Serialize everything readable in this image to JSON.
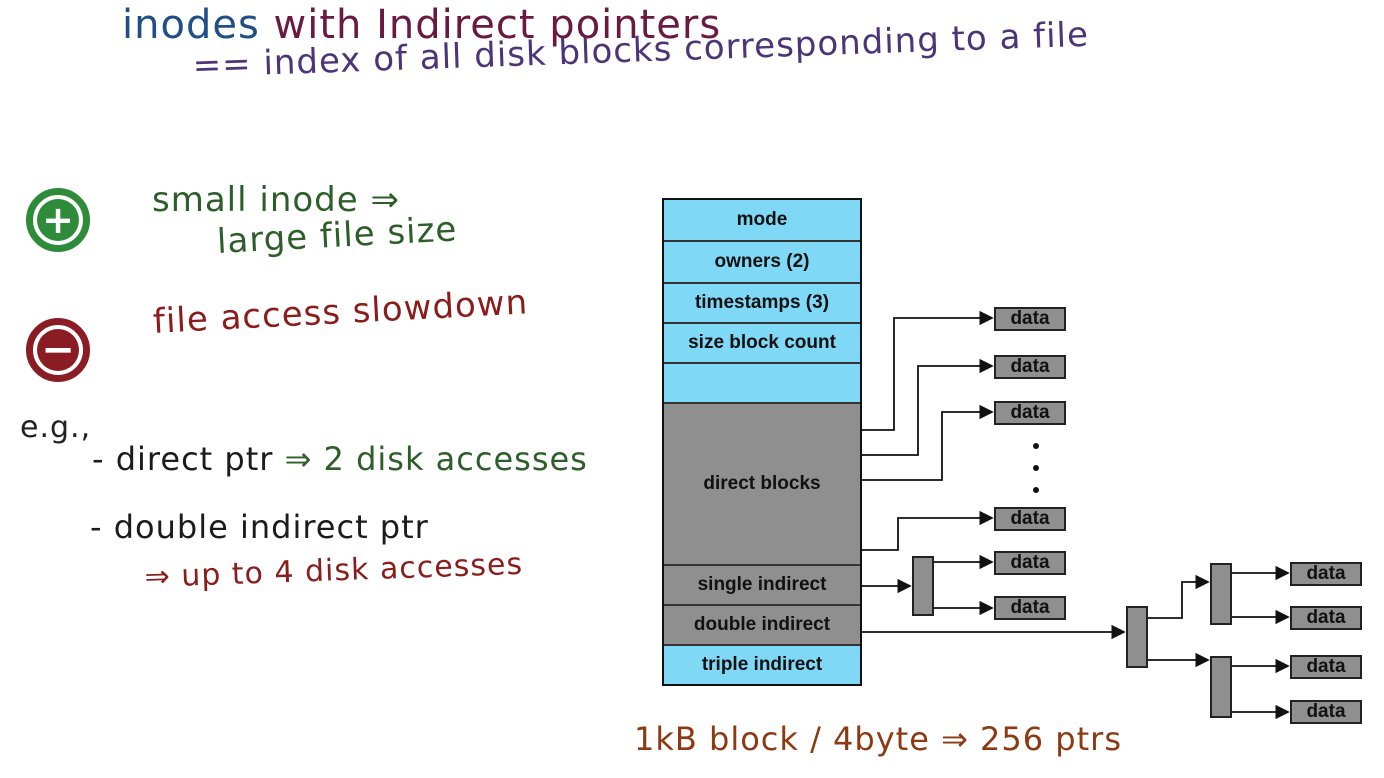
{
  "title": {
    "part1": "inodes",
    "part2": "with Indirect pointers",
    "subtitle": "== index of all disk blocks corresponding to a file"
  },
  "pros_cons": {
    "pro_symbol": "+",
    "pro_line1": "small inode ⇒",
    "pro_line2": "large file size",
    "con_symbol": "−",
    "con_line1": "file access slowdown"
  },
  "examples": {
    "eg_label": "e.g.,",
    "direct_prefix": "- direct ptr ",
    "direct_result": "⇒ 2 disk accesses",
    "double_line": "- double indirect ptr",
    "double_result": "⇒ up to 4 disk accesses"
  },
  "inode_rows": {
    "mode": "mode",
    "owners": "owners (2)",
    "timestamps": "timestamps (3)",
    "size": "size block count",
    "empty": "",
    "direct": "direct blocks",
    "single": "single indirect",
    "double": "double indirect",
    "triple": "triple indirect"
  },
  "data_label": "data",
  "footer": "1kB block / 4byte ⇒ 256 ptrs",
  "colors": {
    "field_cyan": "#7fd8f6",
    "block_gray": "#8f8f8f",
    "pro_green": "#2e8b3a",
    "con_red": "#8b1c24"
  }
}
